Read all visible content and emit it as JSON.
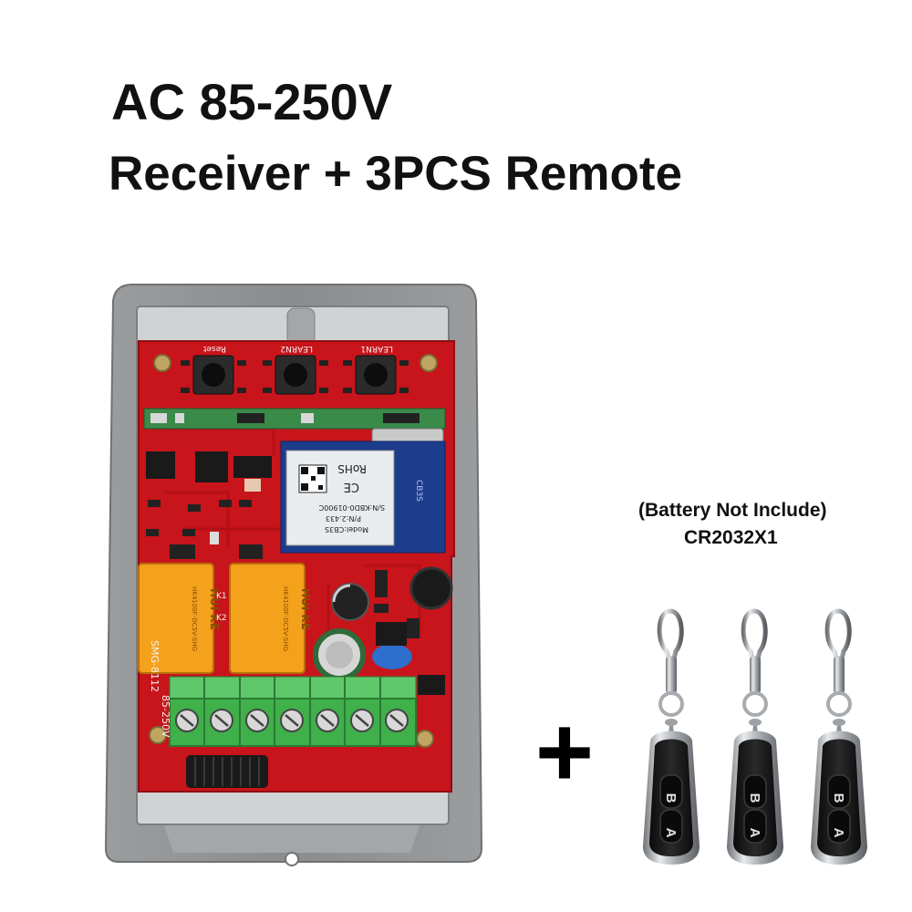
{
  "header": {
    "title": "AC 85-250V",
    "subtitle": "Receiver + 3PCS Remote"
  },
  "battery_note": {
    "line1": "(Battery Not Include)",
    "line2": "CR2032X1"
  },
  "receiver": {
    "silkscreen": {
      "reset": "Reset",
      "learn2": "LEARN2",
      "learn1": "LEARN1",
      "k1": "K1",
      "k2": "K2",
      "voltage": "85-250V",
      "model": "SMG-8112"
    },
    "module": {
      "rohs": "RoHS",
      "ce": "CE",
      "model": "Model:CB3S",
      "pn": "P/N:2.433",
      "sn": "S/N:KBD0-01900C",
      "antenna_label": "CB3S"
    },
    "relay": {
      "brand": "HUI KE",
      "part": "HK4100F-DC5V-SHG"
    }
  },
  "plus_sign": "+",
  "remotes": [
    {
      "button_top": "B",
      "button_bottom": "A"
    },
    {
      "button_top": "B",
      "button_bottom": "A"
    },
    {
      "button_top": "B",
      "button_bottom": "A"
    }
  ],
  "colors": {
    "housing": "#8a8c8e",
    "pcb": "#c8141b",
    "terminal": "#3fb04a",
    "relay": "#f4a11c",
    "remote_body": "#161616",
    "chrome": "#c9ccd0"
  }
}
